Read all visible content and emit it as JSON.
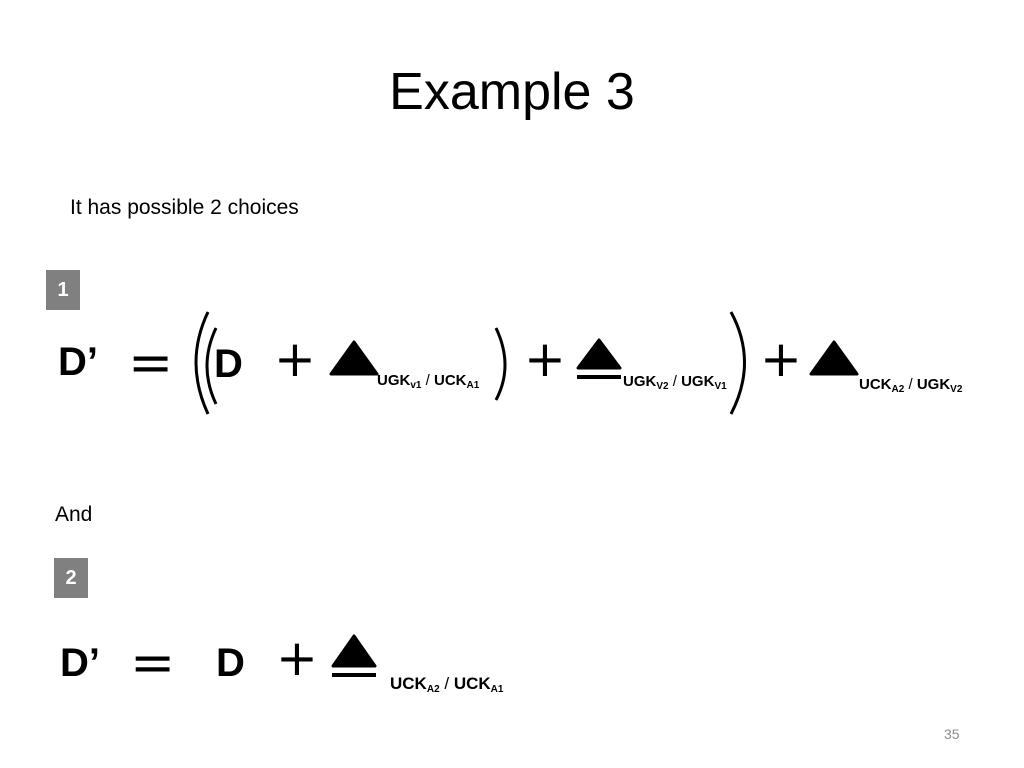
{
  "slide": {
    "title": "Example 3",
    "intro": "It has possible 2 choices",
    "and_label": "And",
    "page_number": "35"
  },
  "equation1": {
    "badge": "1",
    "lhs": "D’",
    "base": "D",
    "terms": [
      {
        "a": "UGK",
        "a_sub": "v1",
        "b": "UCK",
        "b_sub": "A1"
      },
      {
        "a": "UGK",
        "a_sub": "V2",
        "b": "UGK",
        "b_sub": "V1"
      },
      {
        "a": "UCK",
        "a_sub": "A2",
        "b": "UGK",
        "b_sub": "V2"
      }
    ]
  },
  "equation2": {
    "badge": "2",
    "lhs": "D’",
    "base": "D",
    "term": {
      "a": "UCK",
      "a_sub": "A2",
      "b": "UCK",
      "b_sub": "A1"
    }
  }
}
